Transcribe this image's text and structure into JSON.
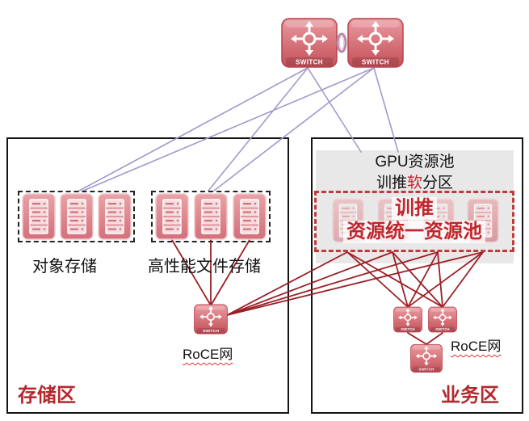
{
  "switch_label": "SWITCH",
  "zones": {
    "storage_label": "存储区",
    "business_label": "业务区"
  },
  "storage": {
    "object_label": "对象存储",
    "file_label": "高性能文件存储",
    "network_label": "RoCE网"
  },
  "business": {
    "pool_title": "GPU资源池",
    "partition_prefix": "训推",
    "partition_highlight": "软",
    "partition_suffix": "分区",
    "unified_line1": "训推",
    "unified_line2": "资源统一资源池",
    "network_label": "RoCE网"
  },
  "icons": {
    "switch": "switch-icon",
    "server": "server-icon",
    "link": "link-ring-icon"
  },
  "colors": {
    "zone_label": "#b3282e",
    "highlight_text": "#c0262d",
    "device": "#c44f58",
    "uplink_line": "#9f9bcc",
    "roce_line": "#9c1f25",
    "pool_bg": "#e8e8e8"
  }
}
